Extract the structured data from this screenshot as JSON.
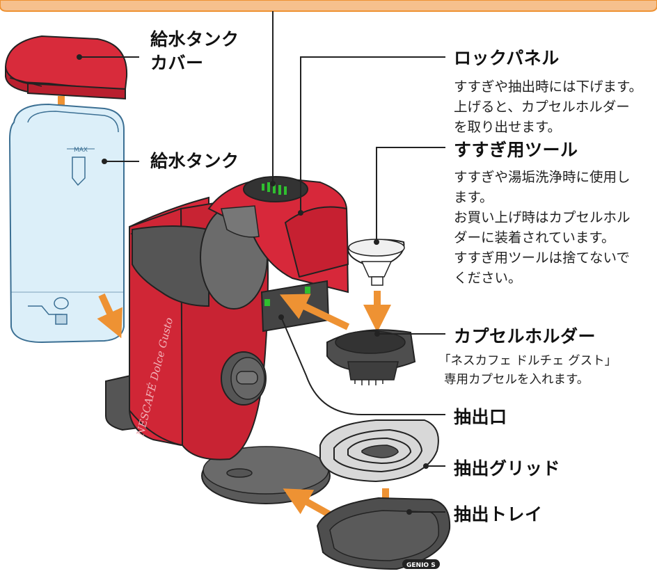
{
  "labels": {
    "tank_cover": [
      "給水タンク",
      "カバー"
    ],
    "tank": "給水タンク",
    "lock_panel": "ロックパネル",
    "lock_panel_desc": [
      "すすぎや抽出時には下げます。",
      "上げると、カプセルホルダー",
      "を取り出せます。"
    ],
    "rinse_tool": "すすぎ用ツール",
    "rinse_tool_desc": [
      "すすぎや湯垢洗浄時に使用し",
      "ます。",
      "お買い上げ時はカプセルホル",
      "ダーに装着されています。",
      "すすぎ用ツールは捨てないで",
      "ください。"
    ],
    "capsule_holder": "カプセルホルダー",
    "capsule_holder_desc": [
      "「ネスカフェ ドルチェ グスト」",
      "専用カプセルを入れます。"
    ],
    "outlet": "抽出口",
    "grid": "抽出グリッド",
    "tray": "抽出トレイ"
  },
  "imprints": {
    "tank_max": "MAX",
    "brand": "NESCAFÉ Dolce Gusto",
    "tray_logo": "GENIO S"
  },
  "colors": {
    "banner": "#f0a050",
    "arrow": "#ee9233",
    "machine_red": "#d7283a",
    "cover_red": "#d82b3b",
    "dark_gray": "#4d4d4d",
    "tank_blue": "#dceff9"
  }
}
